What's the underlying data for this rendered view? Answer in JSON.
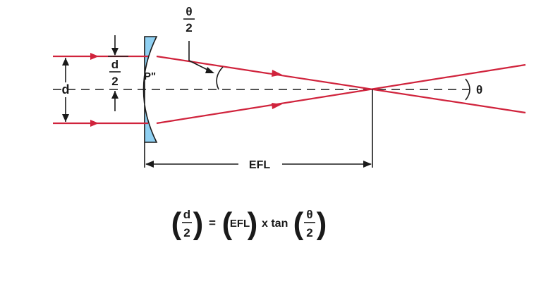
{
  "labels": {
    "theta_num": "θ",
    "theta_den": "2",
    "d_num": "d",
    "d_den": "2",
    "d": "d",
    "principal_plane": "P\"",
    "theta": "θ",
    "efl": "EFL"
  },
  "formula": {
    "d_num": "d",
    "d_den": "2",
    "equals": "=",
    "efl": "EFL",
    "times_tan": "x tan",
    "theta_num": "θ",
    "theta_den": "2"
  },
  "colors": {
    "ray": "#d0233c",
    "lens_fill": "#8fd0f2",
    "lens_stroke": "#1a1a1a",
    "ink": "#1a1a1a"
  }
}
